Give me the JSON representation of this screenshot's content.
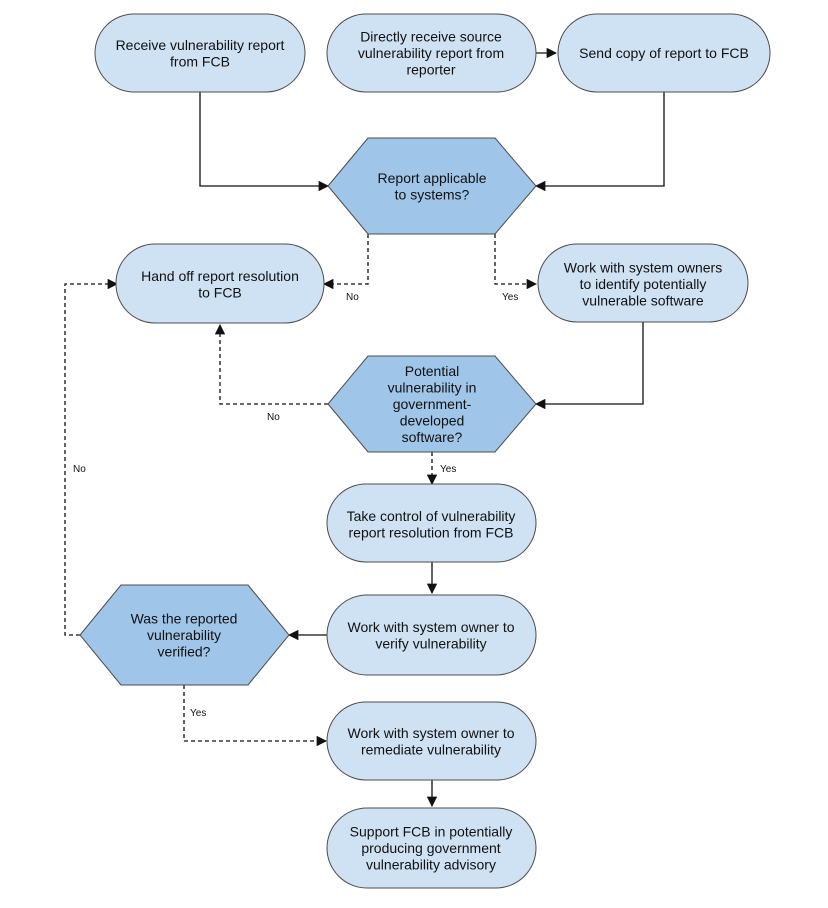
{
  "nodes": {
    "receive_from_fcb": [
      "Receive vulnerability report",
      "from FCB"
    ],
    "direct_receive": [
      "Directly receive source",
      "vulnerability report from",
      "reporter"
    ],
    "send_copy": [
      "Send copy of report to FCB"
    ],
    "applicable": [
      "Report applicable",
      "to systems?"
    ],
    "hand_off": [
      "Hand off report resolution",
      "to FCB"
    ],
    "work_identify": [
      "Work with system owners",
      "to identify potentially",
      "vulnerable software"
    ],
    "gov_developed": [
      "Potential",
      "vulnerability in",
      "government-",
      "developed",
      "software?"
    ],
    "take_control": [
      "Take control of vulnerability",
      "report resolution from FCB"
    ],
    "verify": [
      "Work with system owner to",
      "verify vulnerability"
    ],
    "was_verified": [
      "Was the reported",
      "vulnerability",
      "verified?"
    ],
    "remediate": [
      "Work with system owner to",
      "remediate vulnerability"
    ],
    "support_advisory": [
      "Support FCB in potentially",
      "producing government",
      "vulnerability advisory"
    ]
  },
  "edge_labels": {
    "applicable_no": "No",
    "applicable_yes": "Yes",
    "gov_no": "No",
    "gov_yes": "Yes",
    "verified_no": "No",
    "verified_yes": "Yes"
  }
}
